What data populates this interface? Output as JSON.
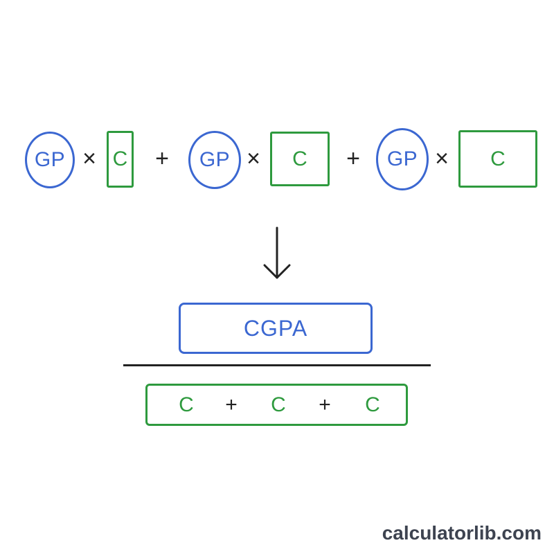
{
  "formula": {
    "terms": [
      {
        "gp": "GP",
        "times": "×",
        "credit": "C"
      },
      {
        "gp": "GP",
        "times": "×",
        "credit": "C"
      },
      {
        "gp": "GP",
        "times": "×",
        "credit": "C"
      }
    ],
    "plus_signs": [
      "+",
      "+"
    ]
  },
  "arrow_icon": "down-arrow",
  "result": {
    "numerator": "CGPA",
    "denominator": [
      "C",
      "+",
      "C",
      "+",
      "C"
    ]
  },
  "brand": "calculatorlib.com",
  "colors": {
    "gp": "#3b67d1",
    "credit": "#2e9a3e",
    "operator": "#222222",
    "brand": "#3d4350"
  }
}
